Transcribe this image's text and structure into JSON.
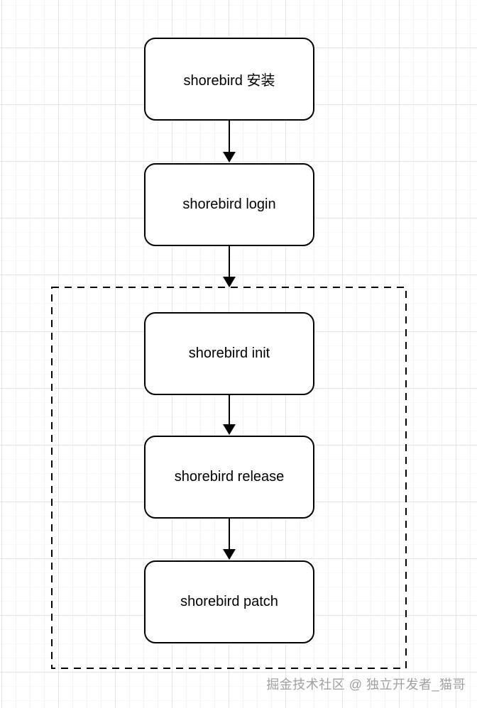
{
  "diagram": {
    "nodes": [
      {
        "id": "install",
        "label": "shorebird 安装"
      },
      {
        "id": "login",
        "label": "shorebird login"
      },
      {
        "id": "init",
        "label": "shorebird init"
      },
      {
        "id": "release",
        "label": "shorebird release"
      },
      {
        "id": "patch",
        "label": "shorebird patch"
      }
    ],
    "edges": [
      {
        "from": "install",
        "to": "login"
      },
      {
        "from": "login",
        "to": "init"
      },
      {
        "from": "init",
        "to": "release"
      },
      {
        "from": "release",
        "to": "patch"
      }
    ],
    "group": {
      "style": "dashed",
      "contains": [
        "init",
        "release",
        "patch"
      ]
    }
  },
  "watermark": {
    "text": "掘金技术社区 @ 独立开发者_猫哥"
  },
  "colors": {
    "background": "#ffffff",
    "node_fill": "#ffffff",
    "node_border": "#000000",
    "node_text": "#000000",
    "arrow": "#000000",
    "group_border": "#000000",
    "watermark_text": "#a0a0a0",
    "grid_minor": "#f2f2f2",
    "grid_major": "#e4e4e4"
  }
}
